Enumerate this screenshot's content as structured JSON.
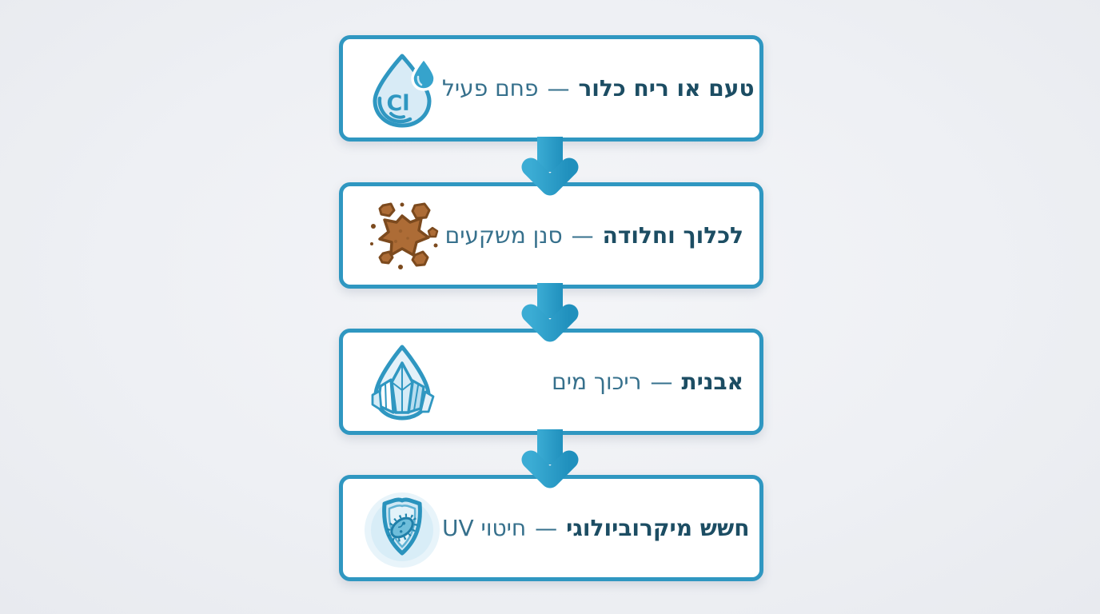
{
  "diagram_title": "",
  "colors": {
    "background": "#eff1f5",
    "card_fill": "#ffffff",
    "card_border": "#2f97c1",
    "arrow": "#2b9dc8",
    "problem_text": "#1c4d63",
    "solution_text": "#36708c",
    "dirt_fill": "#ad6c36",
    "dirt_outline": "#7c4a1e"
  },
  "steps": [
    {
      "icon": "chlorine-droplet-icon",
      "icon_label": "Cl",
      "problem": "טעם או ריח כלור",
      "separator": "—",
      "solution": "פחם פעיל"
    },
    {
      "icon": "dirt-rust-icon",
      "icon_label": "",
      "problem": "לכלוך וחלודה",
      "separator": "—",
      "solution": "סנן משקעים"
    },
    {
      "icon": "limescale-crystal-icon",
      "icon_label": "",
      "problem": "אבנית",
      "separator": "—",
      "solution": "ריכוך מים"
    },
    {
      "icon": "microbe-shield-icon",
      "icon_label": "",
      "problem": "חשש מיקרוביולוגי",
      "separator": "—",
      "solution": "חיטוי UV"
    }
  ]
}
